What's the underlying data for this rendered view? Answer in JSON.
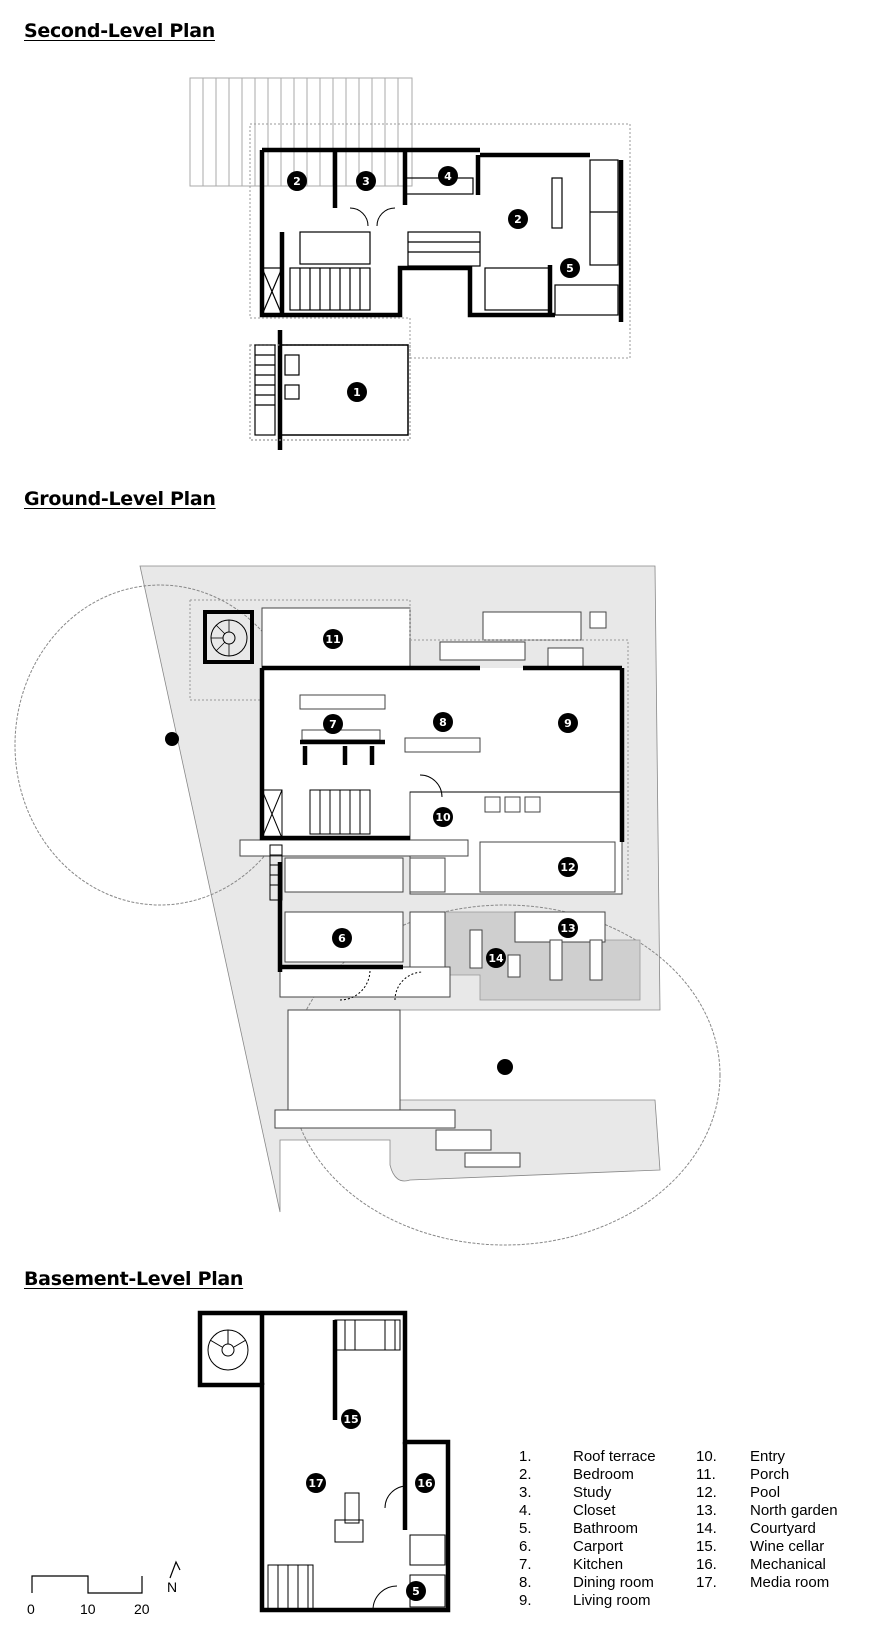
{
  "titles": {
    "second": "Second-Level Plan",
    "ground": "Ground-Level Plan",
    "basement": "Basement-Level Plan"
  },
  "markers": {
    "second": [
      "1",
      "2",
      "3",
      "4",
      "2",
      "5"
    ],
    "ground": [
      "6",
      "7",
      "8",
      "9",
      "10",
      "11",
      "12",
      "13",
      "14"
    ],
    "basement": [
      "15",
      "16",
      "17",
      "5"
    ]
  },
  "legend": [
    {
      "num": "1.",
      "label": "Roof terrace"
    },
    {
      "num": "2.",
      "label": "Bedroom"
    },
    {
      "num": "3.",
      "label": "Study"
    },
    {
      "num": "4.",
      "label": "Closet"
    },
    {
      "num": "5.",
      "label": "Bathroom"
    },
    {
      "num": "6.",
      "label": "Carport"
    },
    {
      "num": "7.",
      "label": "Kitchen"
    },
    {
      "num": "8.",
      "label": "Dining room"
    },
    {
      "num": "9.",
      "label": "Living room"
    },
    {
      "num": "10.",
      "label": "Entry"
    },
    {
      "num": "11.",
      "label": "Porch"
    },
    {
      "num": "12.",
      "label": "Pool"
    },
    {
      "num": "13.",
      "label": "North garden"
    },
    {
      "num": "14.",
      "label": "Courtyard"
    },
    {
      "num": "15.",
      "label": "Wine cellar"
    },
    {
      "num": "16.",
      "label": "Mechanical"
    },
    {
      "num": "17.",
      "label": "Media room"
    }
  ],
  "scale": {
    "labels": [
      "0",
      "10",
      "20"
    ],
    "north": "N"
  },
  "colors": {
    "wall": "#000000",
    "ground_fill": "#e8e8e8",
    "court_fill": "#cfcfcf",
    "thin_line": "#888888"
  }
}
